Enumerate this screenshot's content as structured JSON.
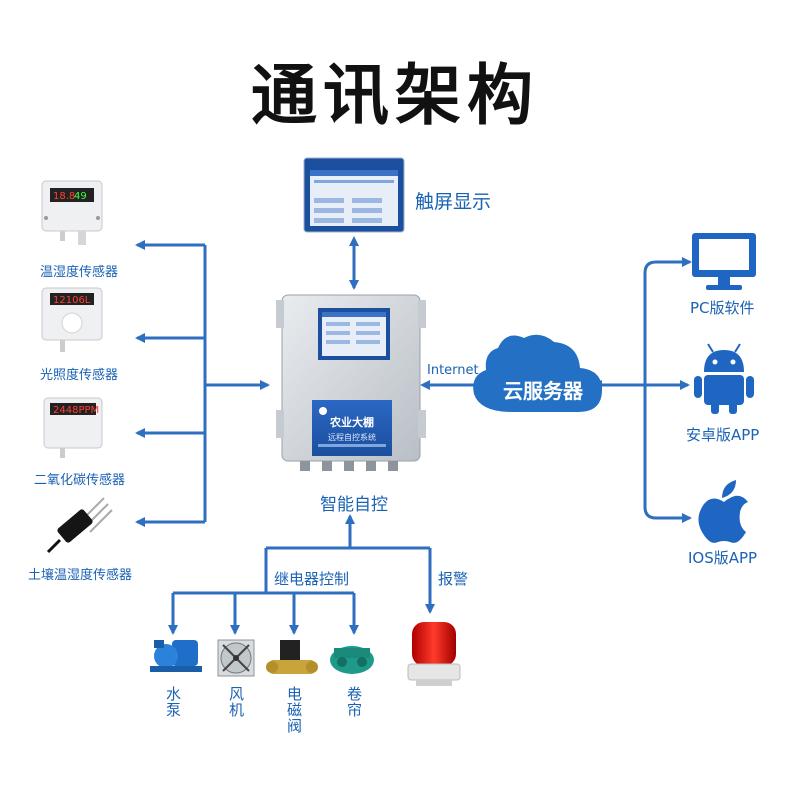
{
  "title": "通讯架构",
  "sensors": {
    "temp_humidity": "温湿度传感器",
    "light": "光照度传感器",
    "co2": "二氧化碳传感器",
    "soil": "土壤温湿度传感器"
  },
  "touchscreen": {
    "label": "触屏显示"
  },
  "controller": {
    "label": "智能自控",
    "panel_line1": "农业大棚",
    "panel_line2": "远程自控系统"
  },
  "internet_label": "Internet",
  "cloud_label": "云服务器",
  "clients": {
    "pc": "PC版软件",
    "android": "安卓版APP",
    "ios": "IOS版APP"
  },
  "relay_label": "继电器控制",
  "alarm_label": "报警",
  "actuators": {
    "pump": "水泵",
    "fan": "风机",
    "valve": "电磁阀",
    "curtain": "卷帘"
  },
  "colors": {
    "accent": "#2f6fc0",
    "label": "#1a62b4",
    "cloud": "#2470c4",
    "title": "#111111"
  }
}
